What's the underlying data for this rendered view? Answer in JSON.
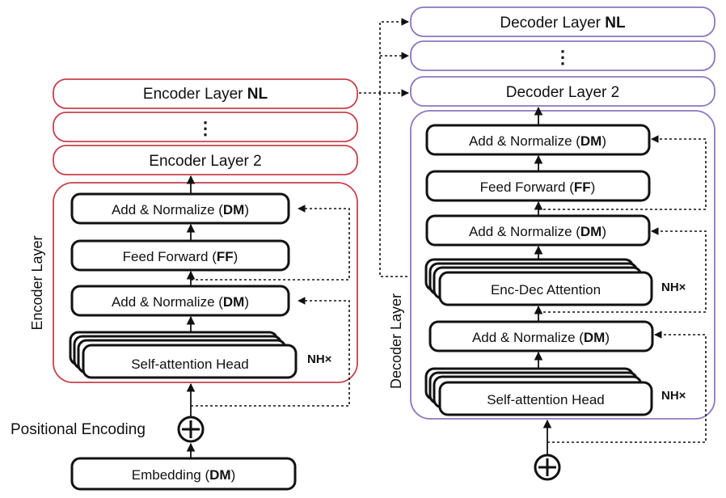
{
  "encoder": {
    "side_label": "Encoder Layer",
    "layer_nl": {
      "prefix": "Encoder Layer ",
      "bold": "NL"
    },
    "ellipsis": "⋮",
    "layer_2": "Encoder Layer 2",
    "add_norm_top": {
      "prefix": "Add & Normalize (",
      "bold": "DM",
      "suffix": ")"
    },
    "feed_forward": {
      "prefix": "Feed Forward (",
      "bold": "FF",
      "suffix": ")"
    },
    "add_norm_bottom": {
      "prefix": "Add & Normalize (",
      "bold": "DM",
      "suffix": ")"
    },
    "self_attention": "Self-attention Head",
    "nh": "NH×",
    "positional_encoding": "Positional Encoding",
    "embedding": {
      "prefix": "Embedding (",
      "bold": "DM",
      "suffix": ")"
    }
  },
  "decoder": {
    "side_label": "Decoder Layer",
    "layer_nl": {
      "prefix": "Decoder Layer ",
      "bold": "NL"
    },
    "ellipsis": "⋮",
    "layer_2": "Decoder Layer 2",
    "add_norm_top": {
      "prefix": "Add & Normalize (",
      "bold": "DM",
      "suffix": ")"
    },
    "feed_forward": {
      "prefix": "Feed Forward (",
      "bold": "FF",
      "suffix": ")"
    },
    "add_norm_mid": {
      "prefix": "Add & Normalize (",
      "bold": "DM",
      "suffix": ")"
    },
    "enc_dec_attention": "Enc-Dec Attention",
    "nh_cross": "NH×",
    "add_norm_bottom": {
      "prefix": "Add & Normalize (",
      "bold": "DM",
      "suffix": ")"
    },
    "self_attention": "Self-attention Head",
    "nh_self": "NH×"
  },
  "colors": {
    "encoder_border": "#c8404f",
    "decoder_border": "#8a78c0",
    "box_border": "#111111"
  },
  "icons": [
    "plus-circle-icon",
    "vertical-ellipsis-icon",
    "arrow-icon"
  ]
}
